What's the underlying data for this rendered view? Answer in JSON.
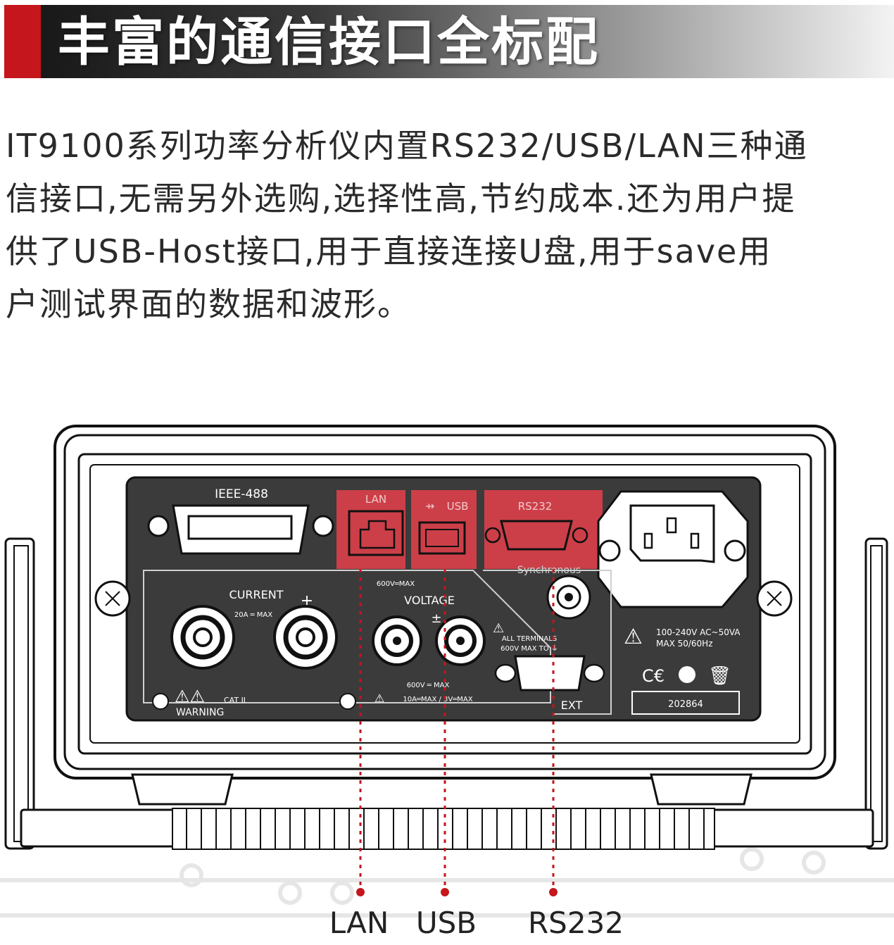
{
  "banner": {
    "title": "丰富的通信接口全标配"
  },
  "description": {
    "lines": [
      "IT9100系列功率分析仪内置RS232/USB/LAN三种通",
      "信接口,无需另外选购,选择性高,节约成本.还为用户提",
      "供了USB-Host接口,用于直接连接U盘,用于save用",
      "户测试界面的数据和波形。"
    ]
  },
  "panel": {
    "ieee": "IEEE-488",
    "lan": "LAN",
    "usb": "USB",
    "rs232": "RS232",
    "synchronous": "Synchronous",
    "current": "CURRENT",
    "current_rating": "20A ═ MAX",
    "voltage": "VOLTAGE",
    "voltage_top": "600V═MAX",
    "voltage_bottom": "600V ═ MAX",
    "current_bottom": "10A═MAX / 3V═MAX",
    "terminals_1": "ALL TERMINALS",
    "terminals_2": "600V MAX TO ⏚",
    "cat": "CAT II",
    "warning": "WARNING",
    "ext": "EXT",
    "power_1": "100-240V AC~50VA",
    "power_2": "MAX 50/60Hz",
    "serial": "202864",
    "plus": "+",
    "plusminus": "±"
  },
  "callouts": {
    "lan": "LAN",
    "usb": "USB",
    "rs232": "RS232"
  },
  "colors": {
    "accent": "#c4161c",
    "highlight": "#d9404a",
    "panel": "#3b3b3b"
  }
}
